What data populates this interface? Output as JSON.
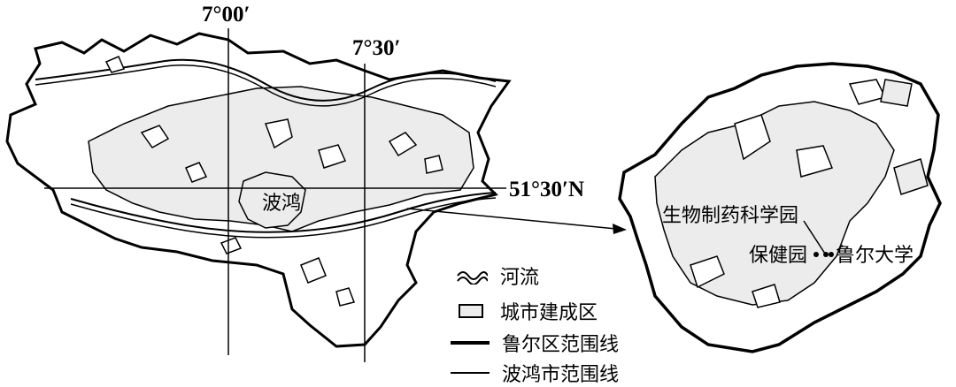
{
  "coordinates": {
    "lon_700": "7°00′",
    "lon_730": "7°30′",
    "lat_5130": "51°30′N"
  },
  "left_map": {
    "city_label": "波鸿"
  },
  "right_map": {
    "labels": {
      "biopharma_park": "生物制药科学园",
      "health_park": "保健园",
      "ruhr_university": "鲁尔大学"
    }
  },
  "legend": {
    "items": [
      {
        "icon": "river-icon",
        "label": "河流"
      },
      {
        "icon": "built-up-area-icon",
        "label": "城市建成区"
      },
      {
        "icon": "thick-line-icon",
        "label": "鲁尔区范围线"
      },
      {
        "icon": "thin-line-icon",
        "label": "波鸿市范围线"
      }
    ]
  },
  "colors": {
    "built_up_fill": "#ececec",
    "line": "#000000"
  }
}
